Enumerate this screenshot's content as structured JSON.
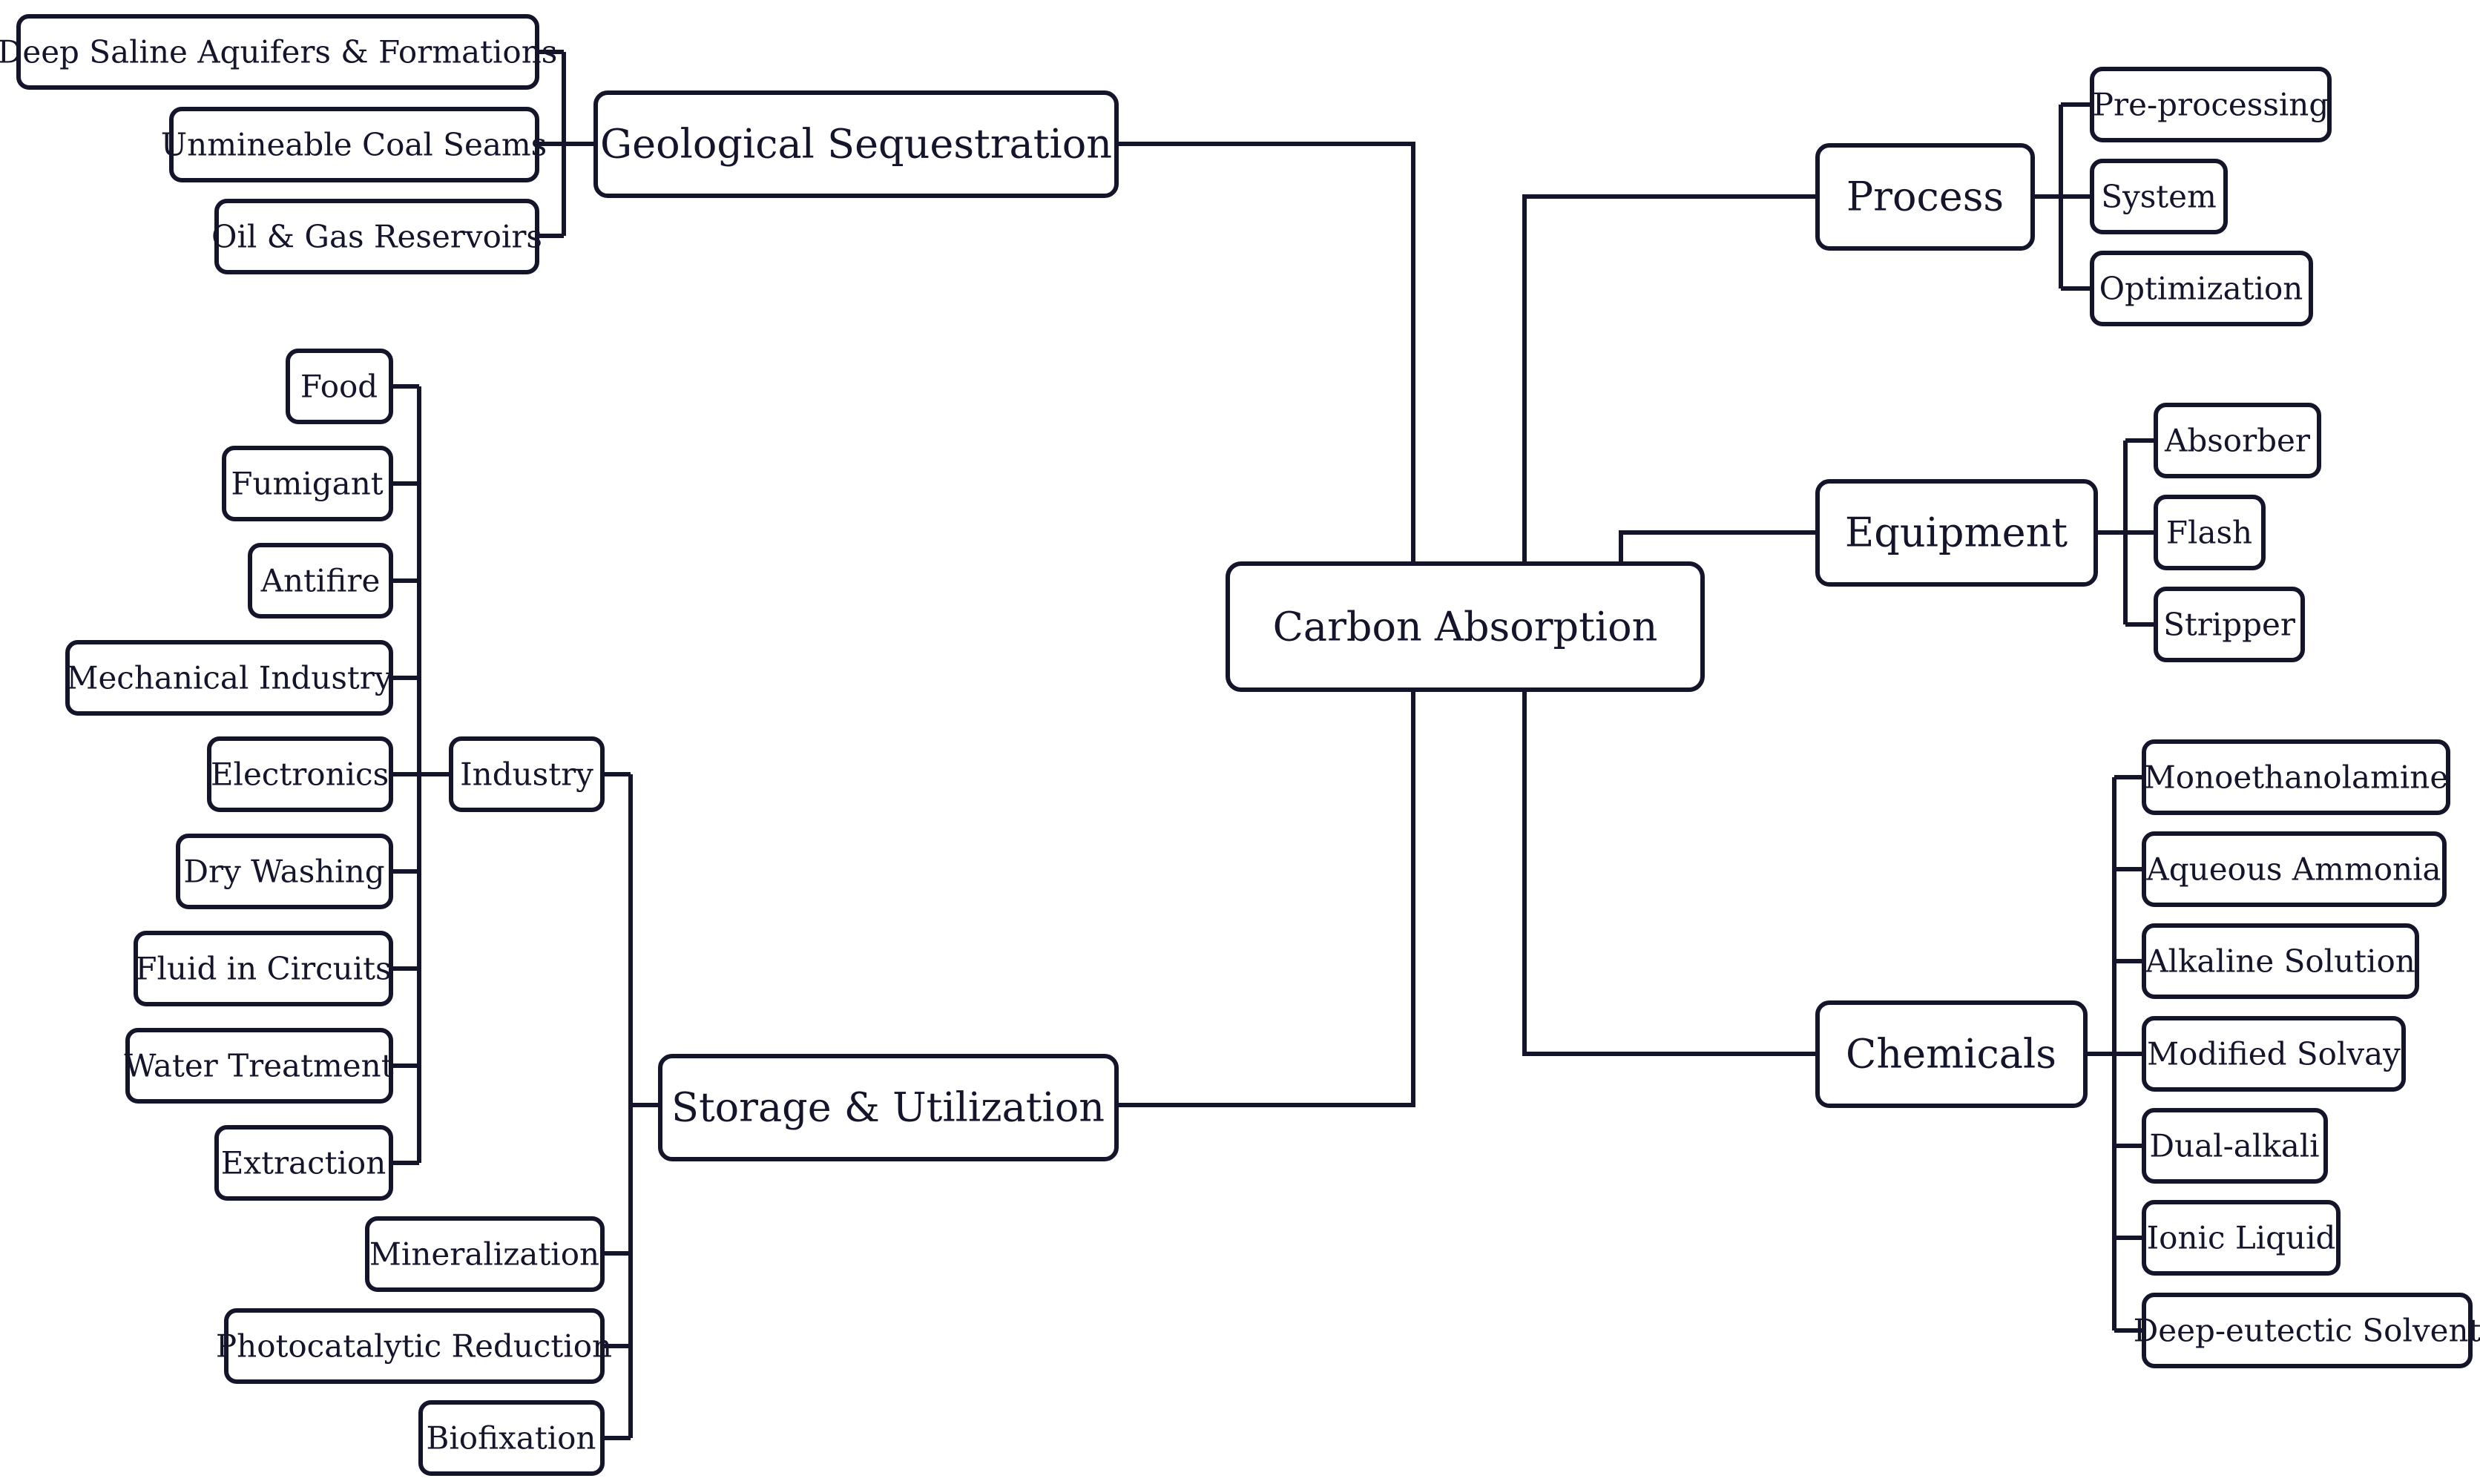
{
  "center": {
    "label": "Carbon Absorption"
  },
  "geological": {
    "label": "Geological Sequestration",
    "children": [
      "Deep Saline Aquifers & Formations",
      "Unmineable Coal Seams",
      "Oil & Gas Reservoirs"
    ]
  },
  "storage": {
    "label": "Storage & Utilization",
    "industry": {
      "label": "Industry",
      "children": [
        "Food",
        "Fumigant",
        "Antifire",
        "Mechanical Industry",
        "Electronics",
        "Dry Washing",
        "Fluid in Circuits",
        "Water Treatment",
        "Extraction"
      ]
    },
    "other": [
      "Mineralization",
      "Photocatalytic Reduction",
      "Biofixation"
    ]
  },
  "process": {
    "label": "Process",
    "children": [
      "Pre-processing",
      "System",
      "Optimization"
    ]
  },
  "equipment": {
    "label": "Equipment",
    "children": [
      "Absorber",
      "Flash",
      "Stripper"
    ]
  },
  "chemicals": {
    "label": "Chemicals",
    "children": [
      "Monoethanolamine",
      "Aqueous Ammonia",
      "Alkaline Solution",
      "Modified Solvay",
      "Dual-alkali",
      "Ionic Liquid",
      "Deep-eutectic Solvent"
    ]
  }
}
